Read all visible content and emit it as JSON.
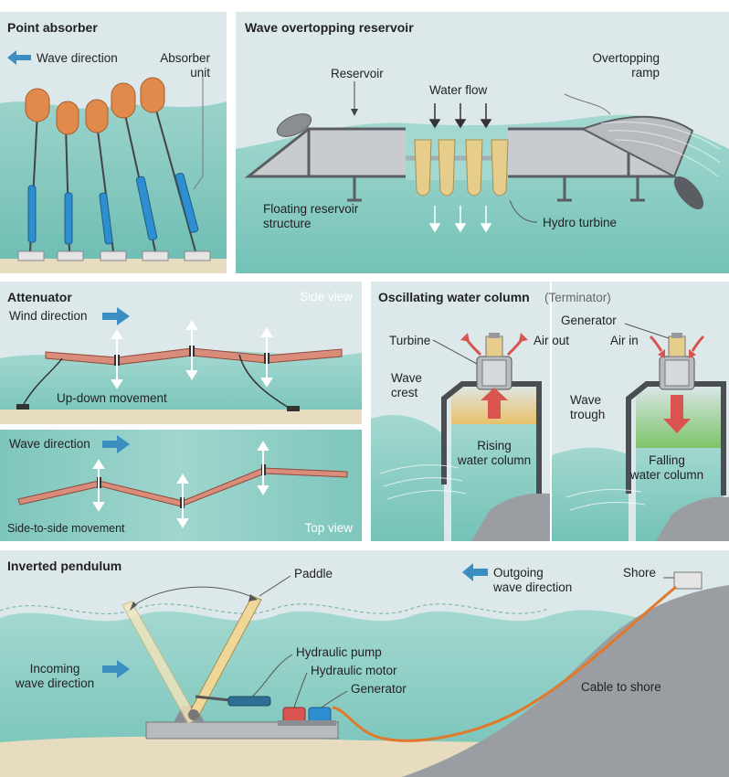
{
  "colors": {
    "water": "#7fc8c0",
    "water_light": "#a8dad4",
    "sky": "#dde8ea",
    "sand": "#e8dcc0",
    "float": "#e08a4c",
    "piston": "#2e8fd0",
    "reservoir": "#c9ccce",
    "structure": "#5a5e62",
    "turbine_blade": "#e6cd8c",
    "pipe": "#d98c7a",
    "arrow_blue": "#3a8fc0",
    "arrow_red": "#d9534f",
    "rock": "#9a9ea2",
    "cable": "#e07a2a",
    "paddle": "#efd79a"
  },
  "point_absorber": {
    "title": "Point absorber",
    "wave_direction": "Wave direction",
    "absorber_unit": "Absorber\nunit"
  },
  "overtopping": {
    "title": "Wave overtopping reservoir",
    "reservoir": "Reservoir",
    "water_flow": "Water flow",
    "ramp": "Overtopping\nramp",
    "floating_structure": "Floating reservoir\nstructure",
    "hydro_turbine": "Hydro turbine"
  },
  "attenuator": {
    "title": "Attenuator",
    "side_view": "Side view",
    "wind_direction": "Wind direction",
    "up_down": "Up-down movement",
    "wave_direction": "Wave direction",
    "side_to_side": "Side-to-side movement",
    "top_view": "Top view"
  },
  "owc": {
    "title": "Oscillating water column",
    "subtitle": "(Terminator)",
    "turbine": "Turbine",
    "air_out": "Air out",
    "generator": "Generator",
    "air_in": "Air in",
    "wave_crest": "Wave\ncrest",
    "wave_trough": "Wave\ntrough",
    "rising": "Rising\nwater column",
    "falling": "Falling\nwater column"
  },
  "pendulum": {
    "title": "Inverted pendulum",
    "paddle": "Paddle",
    "outgoing": "Outgoing\nwave direction",
    "shore": "Shore",
    "incoming": "Incoming\nwave direction",
    "hydraulic_pump": "Hydraulic pump",
    "hydraulic_motor": "Hydraulic motor",
    "generator": "Generator",
    "cable": "Cable to shore"
  }
}
